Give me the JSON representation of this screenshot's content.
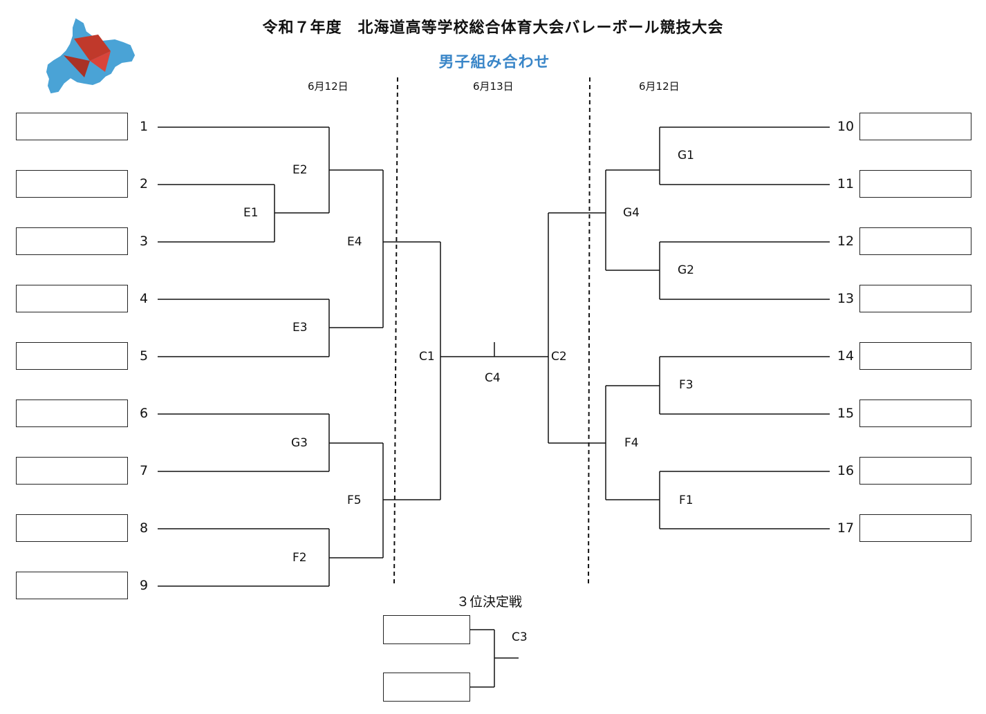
{
  "header": {
    "title": "令和７年度　北海道高等学校総合体育大会バレーボール競技大会",
    "subtitle": "男子組み合わせ"
  },
  "dates": {
    "left": "6月12日",
    "center": "6月13日",
    "right": "6月12日"
  },
  "logo": {
    "name": "hokkaido-map-logo",
    "colors": {
      "land": "#4aa3d6",
      "mark": "#c0392b"
    }
  },
  "seeds_left": [
    "1",
    "2",
    "3",
    "4",
    "5",
    "6",
    "7",
    "8",
    "9"
  ],
  "seeds_right": [
    "10",
    "11",
    "12",
    "13",
    "14",
    "15",
    "16",
    "17"
  ],
  "matches": {
    "E1": "E1",
    "E2": "E2",
    "E3": "E3",
    "E4": "E4",
    "G3": "G3",
    "F2": "F2",
    "F5": "F5",
    "C1": "C1",
    "C2": "C2",
    "C4": "C4",
    "G1": "G1",
    "G2": "G2",
    "G4": "G4",
    "F3": "F3",
    "F1": "F1",
    "F4": "F4",
    "C3": "C3"
  },
  "third_place": {
    "title": "３位決定戦"
  },
  "colors": {
    "line": "#111111",
    "accent": "#3a86c8"
  }
}
